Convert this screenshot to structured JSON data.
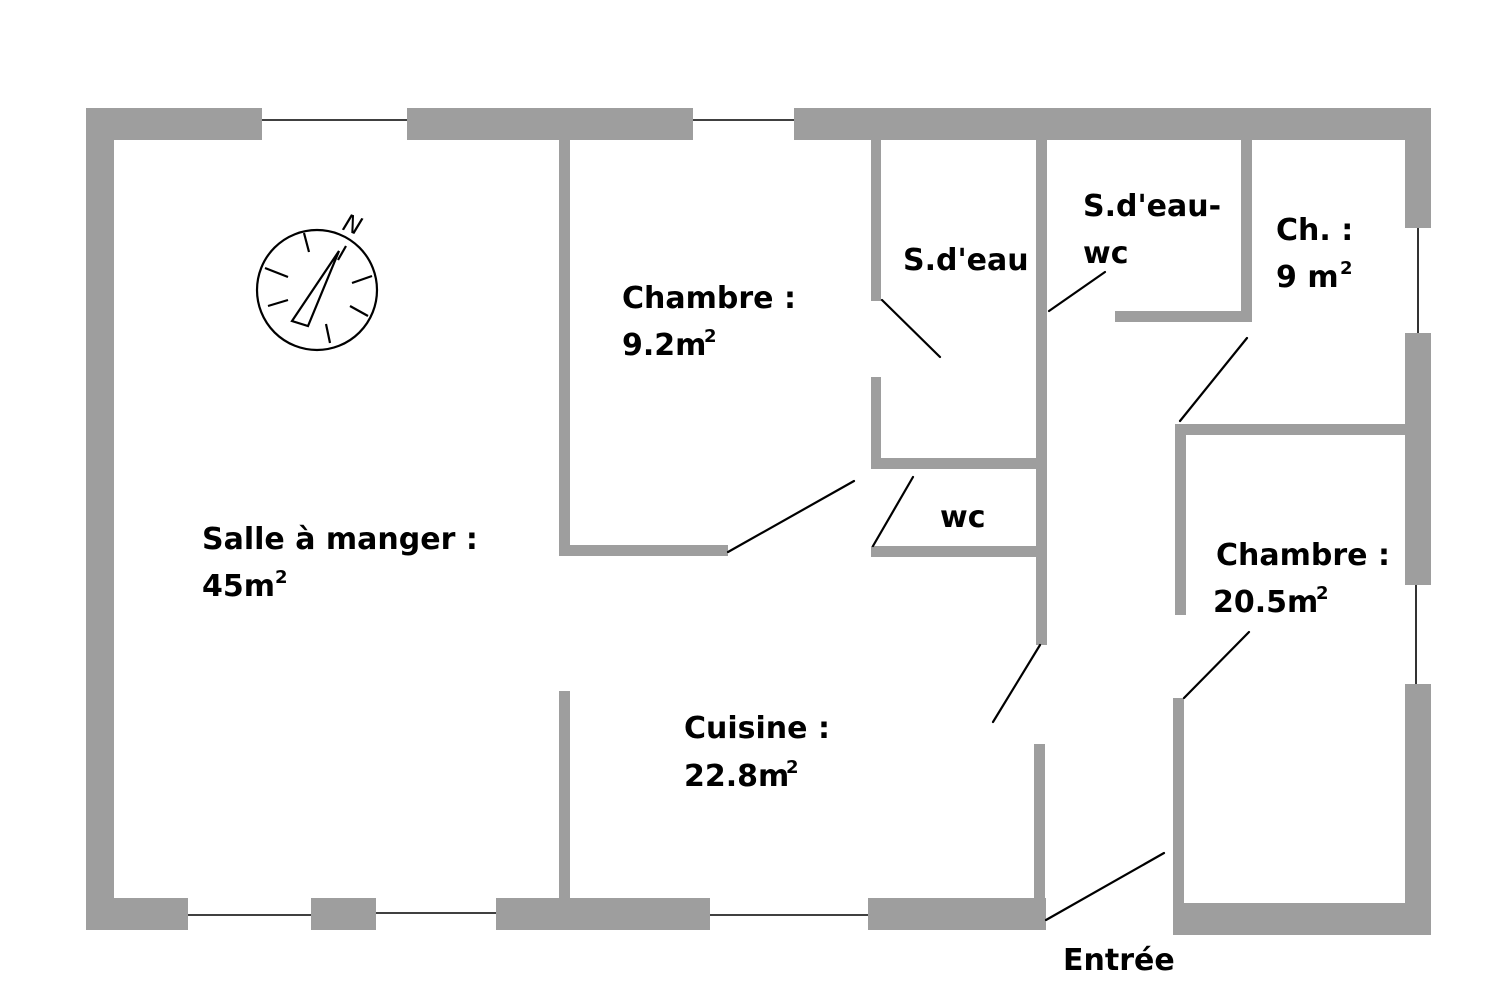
{
  "compass": {
    "north_label": "N"
  },
  "rooms": {
    "salle_a_manger": {
      "line1": "Salle à manger :",
      "line2": "45m",
      "sup": "2"
    },
    "chambre_1": {
      "line1": "Chambre :",
      "line2": "9.2m",
      "sup": "2"
    },
    "sdeau_1": {
      "line1": "S.d'eau"
    },
    "sdeau_wc": {
      "line1": "S.d'eau-",
      "line2": "wc"
    },
    "ch_small": {
      "line1": "Ch. :",
      "line2": "9 m",
      "sup": "2"
    },
    "wc": {
      "line1": "wc"
    },
    "chambre_2": {
      "line1": "Chambre :",
      "line2": "20.5m",
      "sup": "2"
    },
    "cuisine": {
      "line1": "Cuisine :",
      "line2": "22.8m",
      "sup": "2"
    }
  },
  "entrance": {
    "label": "Entrée"
  },
  "colors": {
    "wall": "#9e9e9e",
    "line": "#000000",
    "background": "#ffffff"
  }
}
